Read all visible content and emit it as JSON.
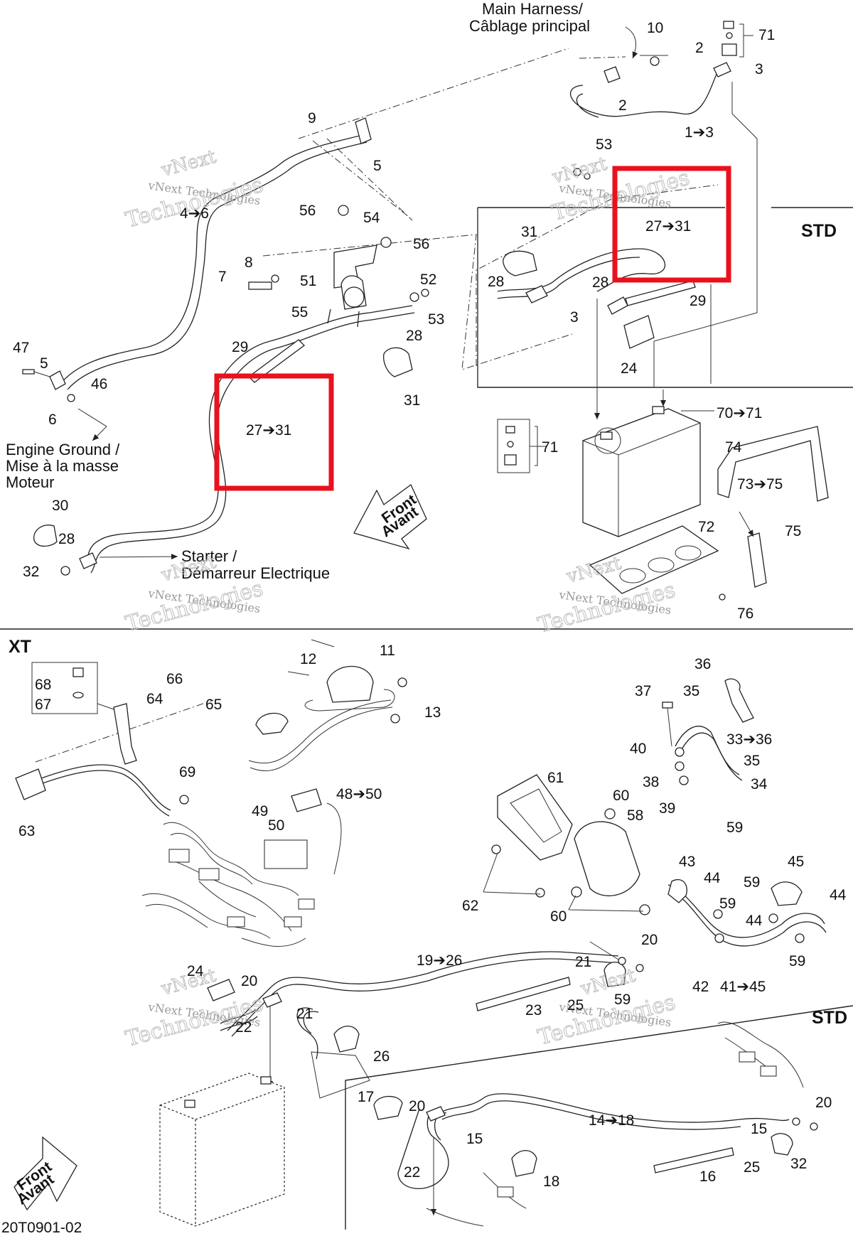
{
  "sections": {
    "std_top": "STD",
    "xt": "XT",
    "std_bottom": "STD"
  },
  "notes": {
    "main_harness_1": "Main Harness/",
    "main_harness_2": "Câblage principal",
    "engine_ground_1": "Engine Ground /",
    "engine_ground_2": "Mise à la masse",
    "engine_ground_3": "Moteur",
    "starter_1": "Starter /",
    "starter_2": "Démarreur Electrique",
    "front_1": "Front",
    "front_2": "Avant",
    "front2_1": "Front",
    "front2_2": "Avant"
  },
  "footer": {
    "code": "20T0901-02"
  },
  "watermark": {
    "line1": "vNext",
    "line2": "vNext Technologies",
    "line3": "Technologies"
  },
  "callouts_top": {
    "c10": "10",
    "c71a": "71",
    "c2a": "2",
    "c3a": "3",
    "c2b": "2",
    "c1to3": "1➔3",
    "c9": "9",
    "c5a": "5",
    "c4to6": "4➔6",
    "c56a": "56",
    "c54": "54",
    "c56b": "56",
    "c8": "8",
    "c7": "7",
    "c51": "51",
    "c52": "52",
    "c55": "55",
    "c53a": "53",
    "c28a": "28",
    "c29a": "29",
    "c47": "47",
    "c5b": "5",
    "c46": "46",
    "c6": "6",
    "c31a": "31",
    "c27to31a": "27➔31",
    "c30": "30",
    "c28b": "28",
    "c32a": "32",
    "c53b": "53",
    "c31b": "31",
    "c28c": "28",
    "c27to31b": "27➔31",
    "c28d": "28",
    "c29b": "29",
    "c3b": "3",
    "c24a": "24",
    "c70to71": "70➔71",
    "c71b": "71",
    "c74": "74",
    "c73to75": "73➔75",
    "c72": "72",
    "c75": "75",
    "c76": "76"
  },
  "callouts_bottom": {
    "c11": "11",
    "c12": "12",
    "c13": "13",
    "c68": "68",
    "c67": "67",
    "c64": "64",
    "c66": "66",
    "c65": "65",
    "c69": "69",
    "c63": "63",
    "c48to50": "48➔50",
    "c49": "49",
    "c50": "50",
    "c36": "36",
    "c37": "37",
    "c35a": "35",
    "c40": "40",
    "c33to36": "33➔36",
    "c35b": "35",
    "c38": "38",
    "c34": "34",
    "c39": "39",
    "c61": "61",
    "c60a": "60",
    "c58": "58",
    "c59a": "59",
    "c62": "62",
    "c43": "43",
    "c44a": "44",
    "c45": "45",
    "c44b": "44",
    "c59b": "59",
    "c59c": "59",
    "c44c": "44",
    "c60b": "60",
    "c20a": "20",
    "c21a": "21",
    "c19to26": "19➔26",
    "c59d": "59",
    "c42": "42",
    "c41to45": "41➔45",
    "c23": "23",
    "c25a": "25",
    "c24": "24",
    "c20b": "20",
    "c22a": "22",
    "c21b": "21",
    "c26": "26",
    "c17": "17",
    "c20c": "20",
    "c15a": "15",
    "c22b": "22",
    "c18": "18",
    "c14to18": "14➔18",
    "c16": "16",
    "c20d": "20",
    "c15b": "15",
    "c25b": "25",
    "c32": "32"
  },
  "highlight_color": "#e8121e"
}
